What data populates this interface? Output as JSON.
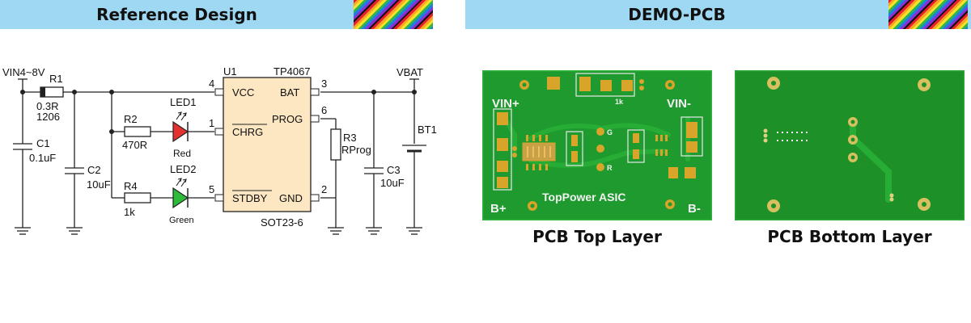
{
  "banners": {
    "left_title": "Reference Design",
    "right_title": "DEMO-PCB"
  },
  "schematic": {
    "vin_label": "VIN4~8V",
    "vbat_label": "VBAT",
    "r1": {
      "ref": "R1",
      "value": "0.3R",
      "package": "1206"
    },
    "c1": {
      "ref": "C1",
      "value": "0.1uF"
    },
    "c2": {
      "ref": "C2",
      "value": "10uF"
    },
    "c3": {
      "ref": "C3",
      "value": "10uF"
    },
    "r2": {
      "ref": "R2",
      "value": "470R"
    },
    "r4": {
      "ref": "R4",
      "value": "1k"
    },
    "r3": {
      "ref": "R3",
      "value": "RProg"
    },
    "led1": {
      "ref": "LED1",
      "color_label": "Red"
    },
    "led2": {
      "ref": "LED2",
      "color_label": "Green"
    },
    "bt1": {
      "ref": "BT1"
    },
    "u1": {
      "ref": "U1",
      "part": "TP4067",
      "package": "SOT23-6",
      "pins": {
        "vcc": "VCC",
        "bat": "BAT",
        "chrg": "CHRG",
        "prog": "PROG",
        "stdby": "STDBY",
        "gnd": "GND",
        "n4": "4",
        "n3": "3",
        "n1": "1",
        "n6": "6",
        "n5": "5",
        "n2": "2"
      }
    }
  },
  "pcb": {
    "top": {
      "caption": "PCB Top Layer",
      "labels": {
        "vin_plus": "VIN+",
        "vin_minus": "VIN-",
        "b_plus": "B+",
        "b_minus": "B-",
        "brand": "TopPower  ASIC",
        "res": "1k",
        "g": "G",
        "r": "R"
      }
    },
    "bottom": {
      "caption": "PCB Bottom Layer"
    }
  },
  "colors": {
    "banner": "#9ed8f2",
    "ic_body": "#fde6c2",
    "pcb_green": "#1f9a2e",
    "pcb_pad": "#d8a42a",
    "led_red": "#e53030",
    "led_green": "#2dbb3a"
  }
}
